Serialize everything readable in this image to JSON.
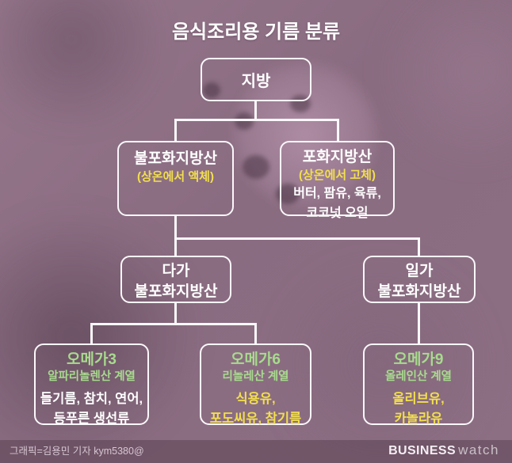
{
  "title": "음식조리용 기름 분류",
  "colors": {
    "background": "#8a6c81",
    "box_border": "#fbf8fb",
    "accent_yellow": "#f2df4e",
    "accent_green": "#a7db8d",
    "text_white": "#ffffff"
  },
  "tree": {
    "root": {
      "label": "지방"
    },
    "unsaturated": {
      "title": "불포화지방산",
      "subtitle": "(상온에서 액체)"
    },
    "saturated": {
      "title": "포화지방산",
      "subtitle": "(상온에서 고체)",
      "items": [
        "버터, 팜유, 육류,",
        "코코넛 오일"
      ]
    },
    "poly": {
      "lines": [
        "다가",
        "불포화지방산"
      ]
    },
    "mono": {
      "lines": [
        "일가",
        "불포화지방산"
      ]
    },
    "omega3": {
      "name": "오메가3",
      "series": "알파리놀렌산 계열",
      "items": [
        "들기름, 참치, 연어,",
        "등푸른 생선류"
      ]
    },
    "omega6": {
      "name": "오메가6",
      "series": "리놀레산 계열",
      "items": [
        "식용유,",
        "포도씨유, 참기름"
      ]
    },
    "omega9": {
      "name": "오메가9",
      "series": "올레인산 계열",
      "items": [
        "올리브유,",
        "카놀라유"
      ]
    }
  },
  "footer": {
    "credit": "그래픽=김용민 기자 kym5380@",
    "logo_bold": "BUSINESS",
    "logo_light": "watch"
  }
}
